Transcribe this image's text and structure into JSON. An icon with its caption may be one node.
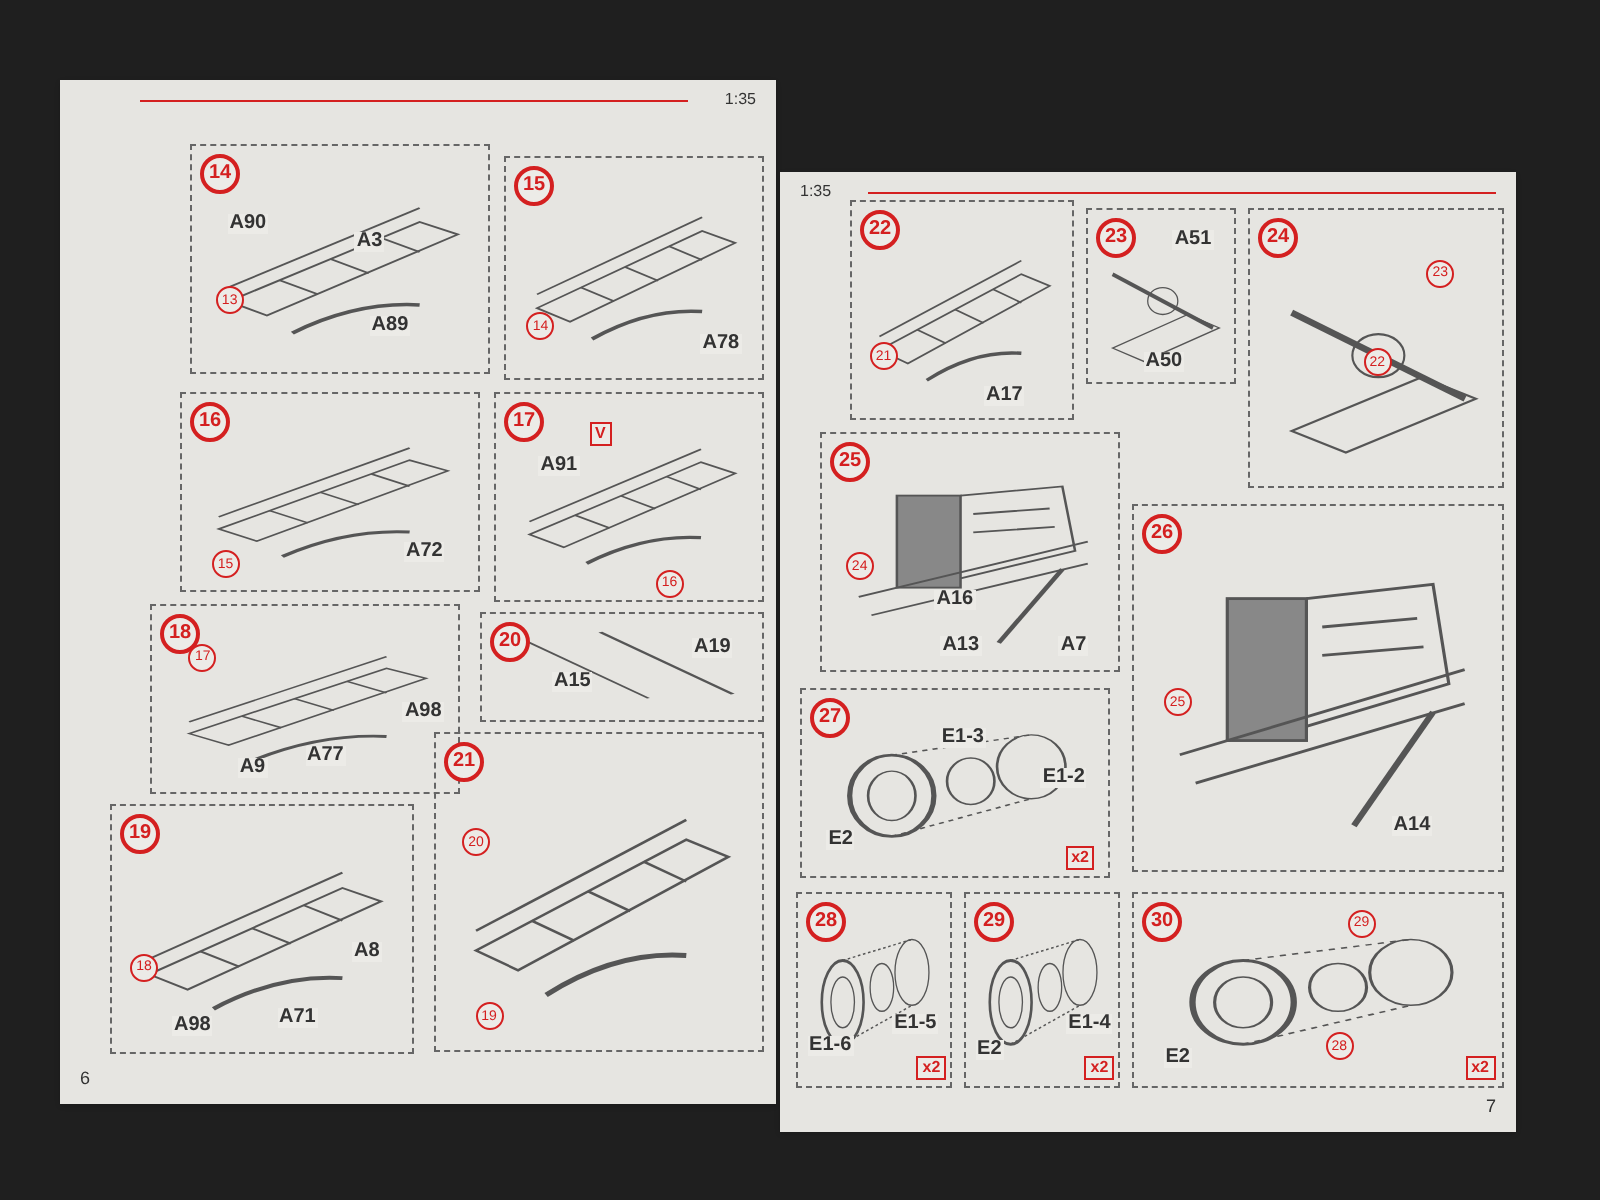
{
  "diagram": {
    "nodes": [
      {
        "text": [
          "1:35",
          "6"
        ]
      },
      {
        "text": [
          "14",
          "A90",
          "A3",
          "A89",
          "13"
        ],
        "in": 0
      },
      {
        "text": [
          "15",
          "14",
          "A78"
        ],
        "in": 0
      },
      {
        "text": [
          "16",
          "15",
          "A72"
        ],
        "in": 0
      },
      {
        "text": [
          "17",
          "V",
          "A91",
          "16"
        ],
        "in": 0
      },
      {
        "text": [
          "18",
          "17",
          "A98",
          "A77",
          "A9"
        ],
        "in": 0
      },
      {
        "text": [
          "20",
          "A15",
          "A19"
        ],
        "in": 0
      },
      {
        "text": [
          "21",
          "20",
          "19"
        ],
        "in": 0
      },
      {
        "text": [
          "19",
          "A8",
          "18",
          "A98",
          "A71"
        ],
        "in": 0
      },
      {
        "text": [
          "1:35",
          "7"
        ]
      },
      {
        "text": [
          "22",
          "21",
          "A17"
        ],
        "in": 9
      },
      {
        "text": [
          "23",
          "A51",
          "A50"
        ],
        "in": 9
      },
      {
        "text": [
          "24",
          "23",
          "22"
        ],
        "in": 9
      },
      {
        "text": [
          "25",
          "24",
          "A16",
          "A13",
          "A7"
        ],
        "in": 9
      },
      {
        "text": [
          "26",
          "25",
          "A14"
        ],
        "in": 9
      },
      {
        "text": [
          "27",
          "E1-3",
          "E1-2",
          "E2",
          "x2"
        ],
        "in": 9
      },
      {
        "text": [
          "28",
          "E1-5",
          "E1-6",
          "x2"
        ],
        "in": 9
      },
      {
        "text": [
          "29",
          "E1-4",
          "E2",
          "x2"
        ],
        "in": 9
      },
      {
        "text": [
          "30",
          "29",
          "28",
          "E2",
          "x2"
        ],
        "in": 9
      }
    ]
  }
}
